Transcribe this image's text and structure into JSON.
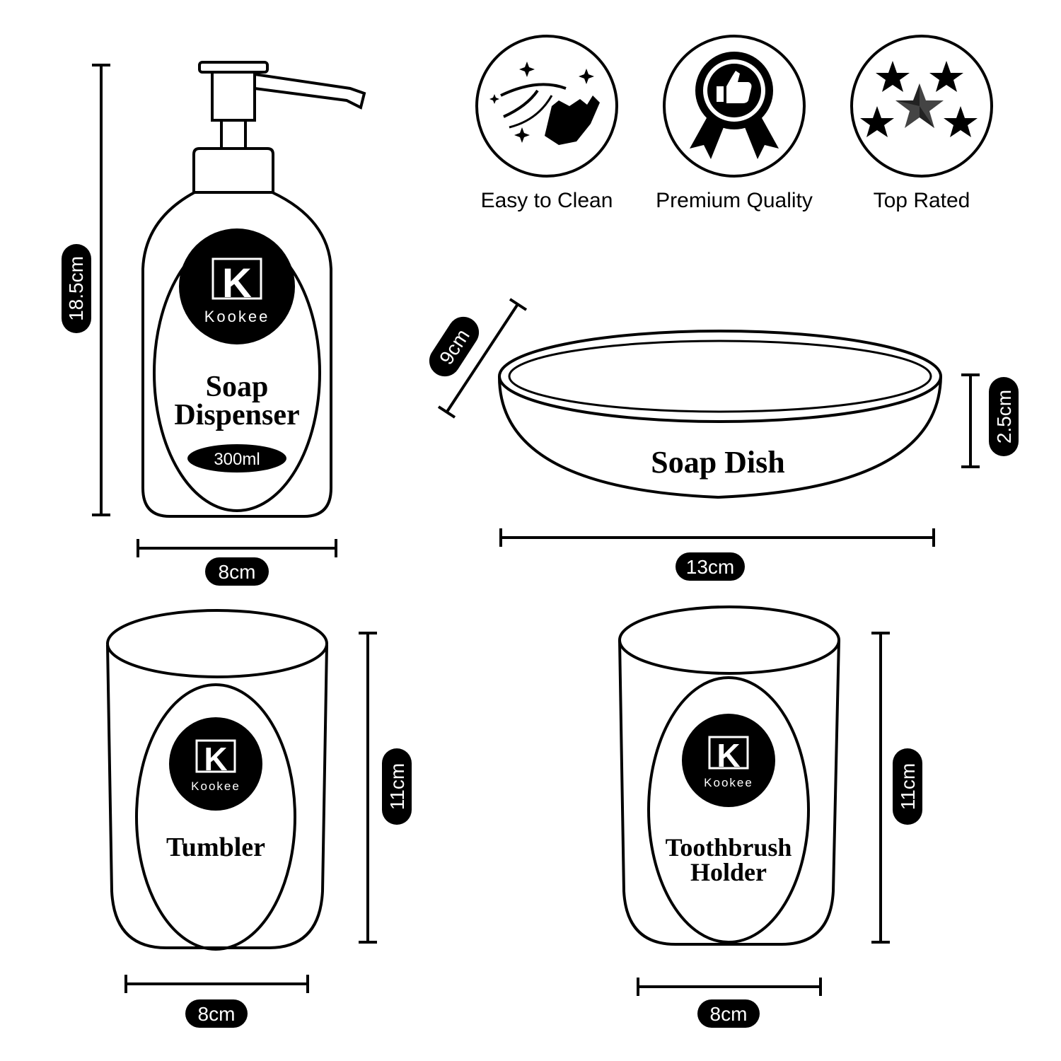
{
  "colors": {
    "ink": "#000000",
    "paper": "#ffffff",
    "star_dark": "#444444"
  },
  "brand": {
    "name": "Kookee",
    "logo_letter": "K"
  },
  "features": [
    {
      "label": "Easy to Clean",
      "icon": "hand-wipe-icon"
    },
    {
      "label": "Premium Quality",
      "icon": "thumbs-up-badge-icon"
    },
    {
      "label": "Top Rated",
      "icon": "stars-icon"
    }
  ],
  "products": {
    "soap_dispenser": {
      "title_line1": "Soap",
      "title_line2": "Dispenser",
      "volume": "300ml",
      "height": "18.5cm",
      "width": "8cm"
    },
    "soap_dish": {
      "title": "Soap Dish",
      "diameter": "9cm",
      "height": "2.5cm",
      "width": "13cm"
    },
    "tumbler": {
      "title": "Tumbler",
      "height": "11cm",
      "width": "8cm"
    },
    "toothbrush_holder": {
      "title_line1": "Toothbrush",
      "title_line2": "Holder",
      "height": "11cm",
      "width": "8cm"
    }
  }
}
